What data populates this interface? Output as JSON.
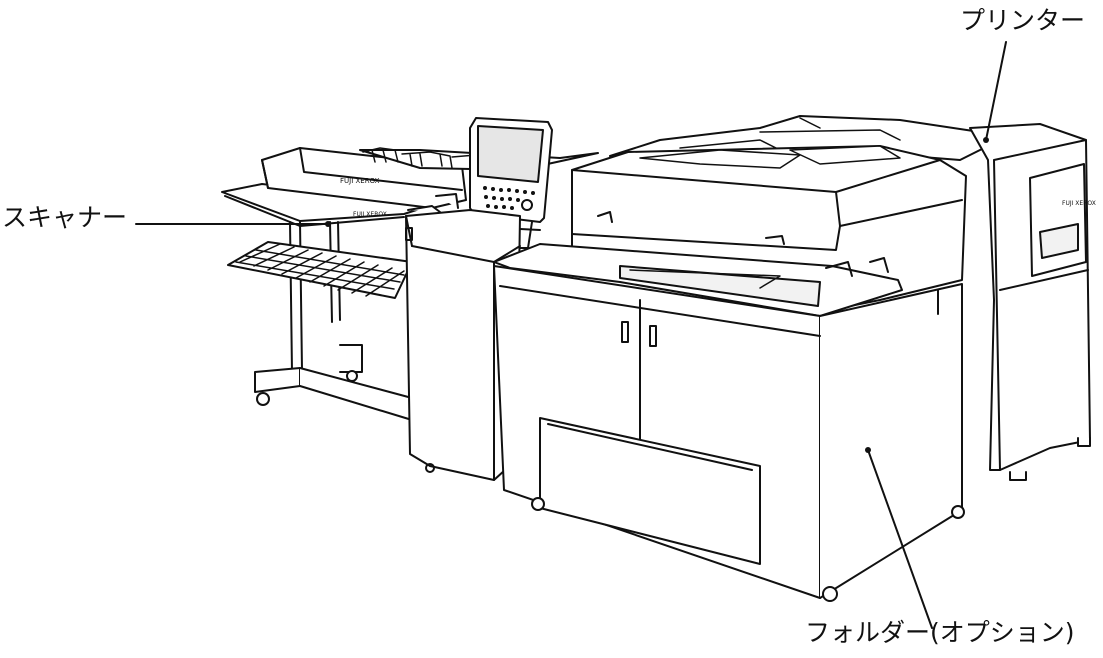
{
  "callouts": {
    "printer": "プリンター",
    "scanner": "スキャナー",
    "folder": "フォルダー(オプション)"
  },
  "device": {
    "logo_text": "FUJI XEROX",
    "colors": {
      "line": "#111111",
      "body": "#ffffff",
      "shade": "#f2f2f2",
      "screen": "#e6e6e6"
    }
  }
}
